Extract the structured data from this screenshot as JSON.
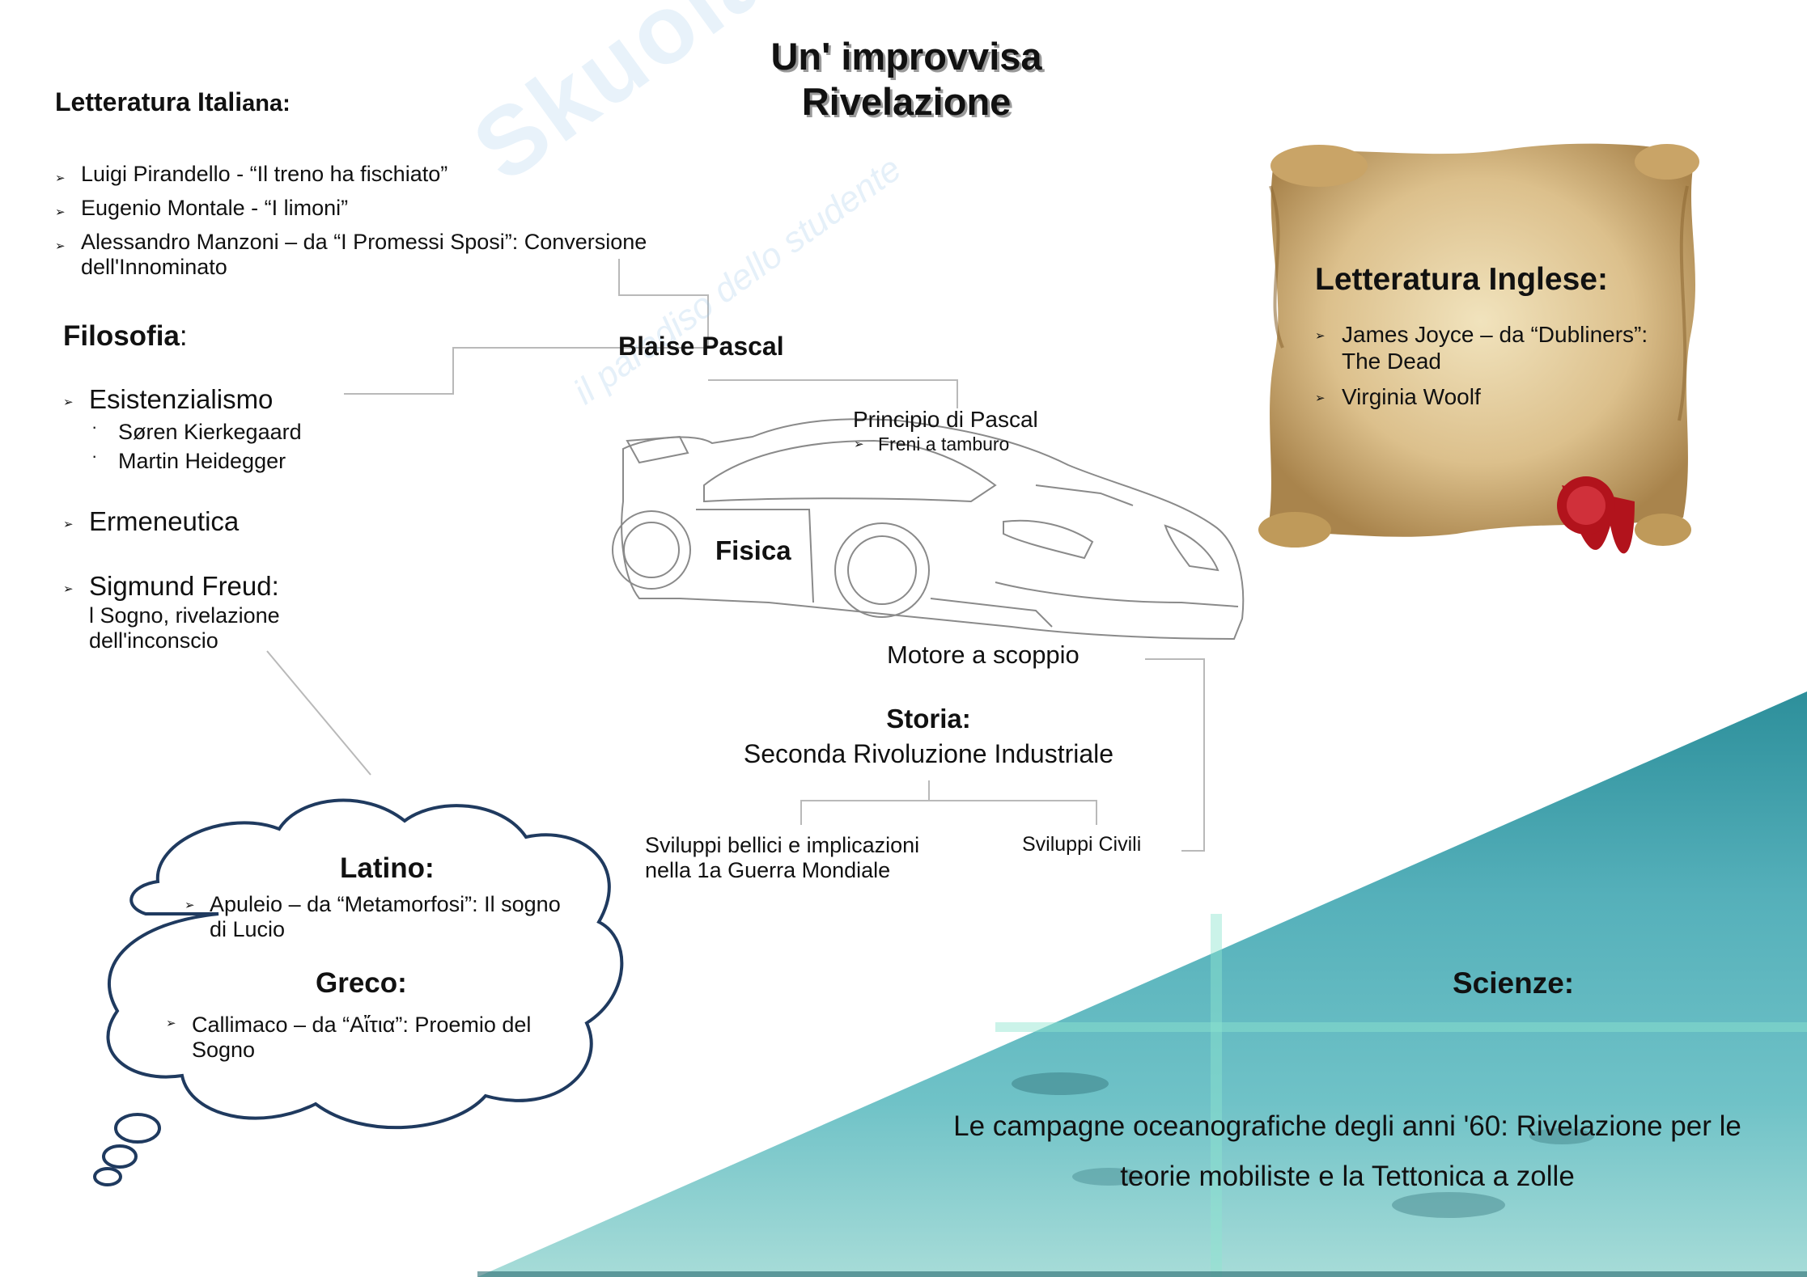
{
  "title_line1": "Un' improvvisa",
  "title_line2": "Rivelazione",
  "watermark": "Skuola.net",
  "watermark_sub": "il paradiso dello studente",
  "italiana": {
    "heading_a": "Letteratura Itali",
    "heading_b": "ana:",
    "items": [
      "Luigi Pirandello - “Il treno ha fischiato”",
      "Eugenio Montale - “I limoni”",
      "Alessandro Manzoni – da “I Promessi Sposi”: Conversione",
      "dell'Innominato"
    ]
  },
  "filosofia": {
    "heading": "Filosofia",
    "colon": ":",
    "esistenzialismo": "Esistenzialismo",
    "sub": [
      "Søren Kierkegaard",
      "Martin Heidegger"
    ],
    "ermeneutica": "Ermeneutica",
    "freud": "Sigmund Freud:",
    "freud_desc1": "l Sogno, rivelazione",
    "freud_desc2": "dell'inconscio"
  },
  "fisica": {
    "pascal": "Blaise Pascal",
    "principio": "Principio di Pascal",
    "freni": "Freni a tamburo",
    "fisica": "Fisica",
    "motore": "Motore a scoppio"
  },
  "storia": {
    "heading": "Storia:",
    "sub": "Seconda Rivoluzione Industriale",
    "left1": "Sviluppi bellici e implicazioni",
    "left2": "nella 1a Guerra Mondiale",
    "right": "Sviluppi Civili"
  },
  "inglese": {
    "heading": "Letteratura Inglese:",
    "item1a": "James Joyce – da “Dubliners”:",
    "item1b": "The Dead",
    "item2": "Virginia Woolf"
  },
  "cloud": {
    "latino": "Latino:",
    "latino_item1": "Apuleio – da “Metamorfosi”: Il  sogno",
    "latino_item2": "di Lucio",
    "greco": "Greco:",
    "greco_item1": "Callimaco – da “Aἴτια”: Proemio del",
    "greco_item2": "Sogno"
  },
  "scienze": {
    "heading": "Scienze:",
    "line1": "Le campagne oceanografiche degli anni '60: Rivelazione per le",
    "line2": "teorie mobiliste e la Tettonica a zolle"
  },
  "colors": {
    "sea": "#5fb4bd",
    "parchment": "#d7bd8a",
    "seal": "#b2131c"
  }
}
